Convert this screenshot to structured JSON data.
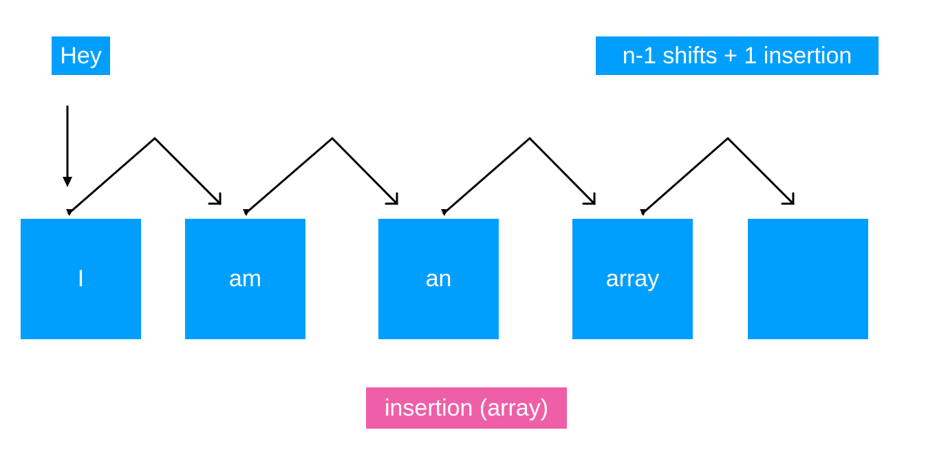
{
  "colors": {
    "cell": "#009ffe",
    "label_blue": "#009ffe",
    "label_pink": "#ef5fa7",
    "arrow": "#000000"
  },
  "labels": {
    "new_element": "Hey",
    "cost": "n-1 shifts + 1 insertion",
    "caption": "insertion (array)"
  },
  "array": {
    "cells": [
      "I",
      "am",
      "an",
      "array",
      ""
    ]
  }
}
